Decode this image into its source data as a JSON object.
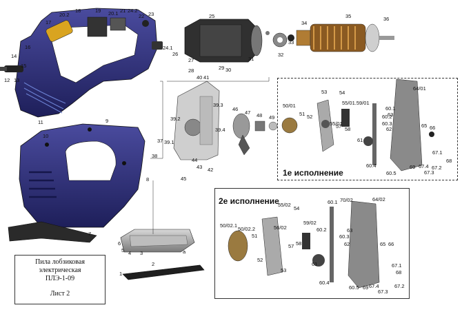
{
  "sheet_title": {
    "line1": "Пила лобзиковая",
    "line2": "электрическая",
    "line3": "ПЛЭ-1-09",
    "sheet": "Лист 2"
  },
  "variant1": {
    "title": "1е исполнение"
  },
  "variant2": {
    "title": "2е исполнение"
  },
  "colors": {
    "housing": "#2e2f7a",
    "housing_dark": "#1b1c52",
    "metal": "#9a9a9a",
    "copper": "#c07a2a"
  },
  "parts": {
    "p1": "1",
    "p2": "2",
    "p3": "3",
    "p4": "4",
    "p5": "5",
    "p6": "6",
    "p7": "7",
    "p8": "8",
    "p9": "9",
    "p10": "10",
    "p11": "11",
    "p12": "12",
    "p13": "13",
    "p14": "14",
    "p15": "15",
    "p16": "16",
    "p17": "17",
    "p18": "18",
    "p19": "19",
    "p20_1": "20.1",
    "p20_2": "20.2",
    "p21": "21",
    "p22": "22",
    "p23": "23",
    "p24_1": "24.1",
    "p24_2": "24.2",
    "p25": "25",
    "p26": "26",
    "p27": "27",
    "p28": "28",
    "p29": "29",
    "p30": "30",
    "p31": "31",
    "p32": "32",
    "p33": "33",
    "p34": "34",
    "p35": "35",
    "p36": "36",
    "p37": "37",
    "p38": "38",
    "p39_1": "39.1",
    "p39_2": "39.2",
    "p39_3": "39.3",
    "p39_4": "39.4",
    "p40": "40",
    "p41": "41",
    "p42": "42",
    "p43": "43",
    "p44": "44",
    "p45": "45",
    "p46": "46",
    "p47": "47",
    "p48": "48",
    "p49": "49",
    "p50_01": "50/01",
    "p51": "51",
    "p52": "52",
    "p53": "53",
    "p54": "54",
    "p55_01": "55/01",
    "p57": "57",
    "p58": "58",
    "p59_01": "55/01.59/01",
    "p60_1": "60.1",
    "p60_2": "60.2",
    "p60_3": "60.3",
    "p60_4": "60.4",
    "p60_5": "60.5",
    "p61": "61",
    "p62": "62",
    "p63": "63",
    "p64_01": "64/01",
    "p65": "65",
    "p66": "66",
    "p67_1": "67.1",
    "p67_2": "67.2",
    "p67_3": "67.3",
    "p67_4": "67.4",
    "p68": "68",
    "p69": "69",
    "pa": "a",
    "v2_50_02_1": "50/02.1",
    "v2_50_02_2": "50/02.2",
    "v2_51": "51",
    "v2_52": "52",
    "v2_53": "53",
    "v2_54": "54",
    "v2_55_02": "55/02",
    "v2_56_02": "56/02",
    "v2_57": "57",
    "v2_58": "58",
    "v2_59_02": "59/02",
    "v2_60_1": "60.1",
    "v2_60_2": "60.2",
    "v2_60_3": "60.3",
    "v2_60_4": "60.4",
    "v2_60_5": "60.5",
    "v2_61": "61",
    "v2_62": "62",
    "v2_63": "63",
    "v2_64_02": "64/02",
    "v2_65": "65",
    "v2_66": "66",
    "v2_67_1": "67.1",
    "v2_67_2": "67.2",
    "v2_67_3": "67.3",
    "v2_67_4": "67.4",
    "v2_68": "68",
    "v2_69": "69",
    "v2_70_02": "70/02"
  }
}
